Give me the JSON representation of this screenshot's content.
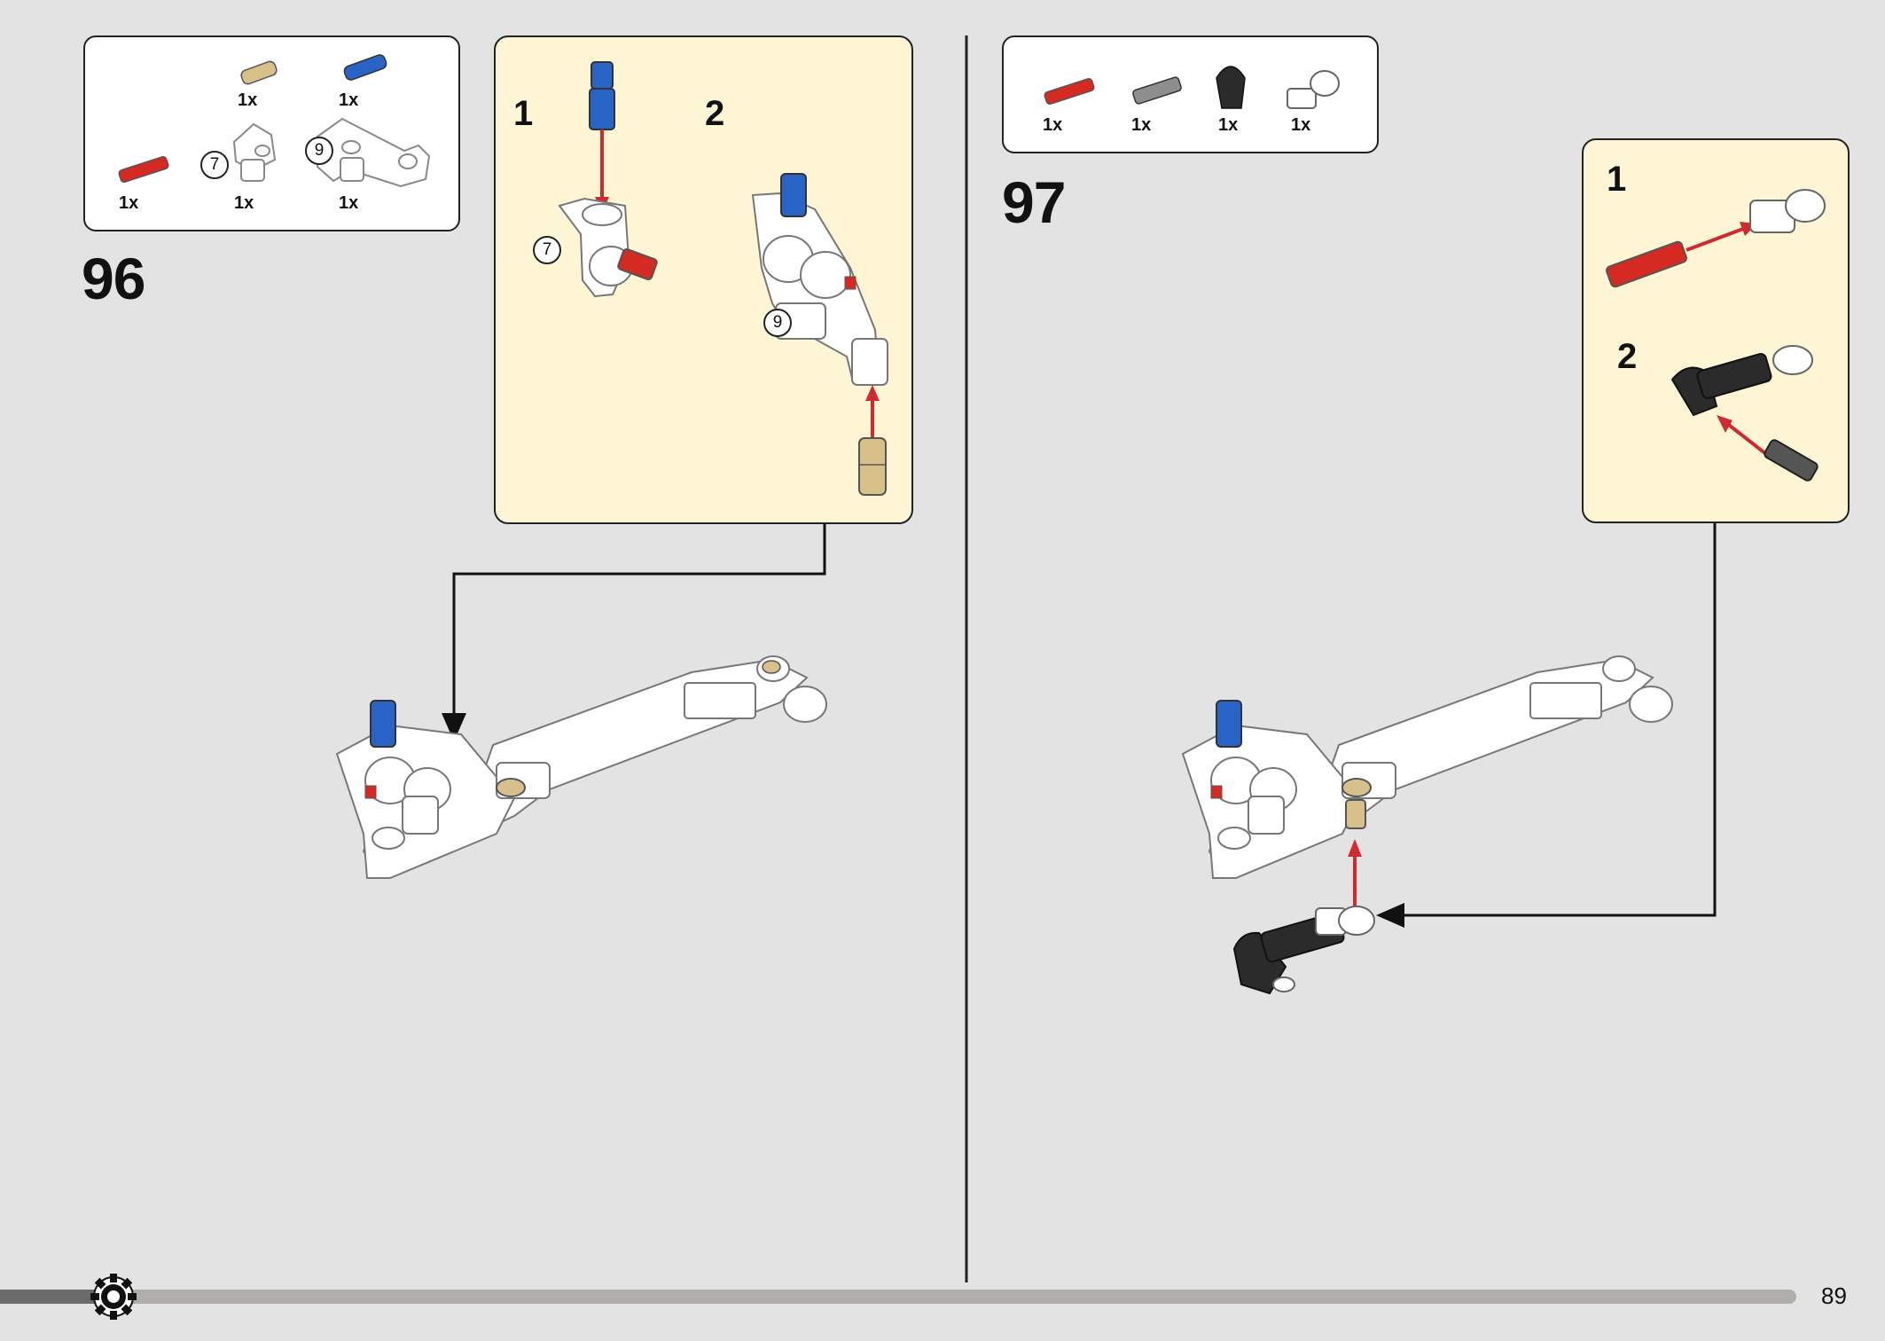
{
  "colors": {
    "background": "#e3e3e3",
    "subassembly_bg": "#fdf5d3",
    "pin_red": "#d42a22",
    "pin_blue": "#2a63c6",
    "pin_tan": "#d8c08a",
    "part_black": "#2b2b2b",
    "part_grey": "#8e8e8e",
    "arrow_red": "#d02a30"
  },
  "step96": {
    "number": "96",
    "parts": [
      {
        "icon": "tan-connector-pin-icon",
        "qty": "1x"
      },
      {
        "icon": "blue-axle-pin-icon",
        "qty": "1x"
      },
      {
        "icon": "red-axle-icon",
        "qty": "1x"
      },
      {
        "icon": "white-connector-7-icon",
        "qty": "1x",
        "callout": "7"
      },
      {
        "icon": "white-panel-9-icon",
        "qty": "1x",
        "callout": "9"
      }
    ],
    "substeps": [
      "1",
      "2"
    ],
    "callouts": [
      "7",
      "9"
    ]
  },
  "step97": {
    "number": "97",
    "parts": [
      {
        "icon": "red-axle-icon",
        "qty": "1x"
      },
      {
        "icon": "grey-axle-connector-icon",
        "qty": "1x"
      },
      {
        "icon": "black-angle-connector-icon",
        "qty": "1x"
      },
      {
        "icon": "white-ball-socket-icon",
        "qty": "1x"
      }
    ],
    "substeps": [
      "1",
      "2"
    ]
  },
  "footer": {
    "page_number": "89",
    "icon": "gear-icon"
  }
}
